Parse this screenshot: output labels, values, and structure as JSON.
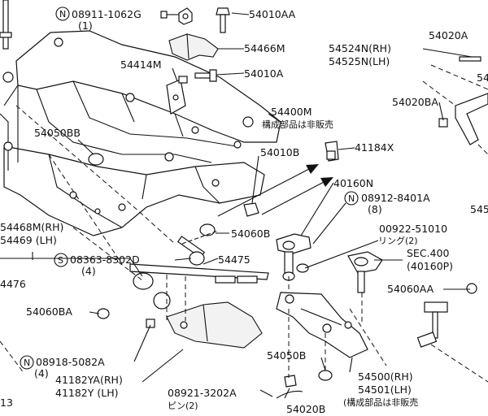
{
  "labels": {
    "p08911": "08911-1062G",
    "p08911_qty": "(1)",
    "p54010aa": "54010AA",
    "p54466m": "54466M",
    "p54414m": "54414M",
    "p54010a": "54010A",
    "p54400m": "54400M",
    "p54400m_note": "構成部品は非販売",
    "p54050bb": "54050BB",
    "p54010b": "54010B",
    "p41184x": "41184X",
    "p54020a": "54020A",
    "p54524n": "54524N(RH)",
    "p54525n": "54525N(LH)",
    "p54020ba": "54020BA",
    "p40160n": "40160N",
    "p08912": "08912-8401A",
    "p08912_qty": "(8)",
    "p00922": "00922-51010",
    "p00922_note": "リング(2)",
    "psec400": "SEC.400",
    "psec400_ref": "(40160P)",
    "p54468m": "54468M(RH)",
    "p54469": "54469  (LH)",
    "p54060b": "54060B",
    "p08363": "08363-8302D",
    "p08363_qty": "(4)",
    "p54475": "54475",
    "p4476": "4476",
    "p54060aa": "54060AA",
    "p54060ba": "54060BA",
    "p54050b": "54050B",
    "p08918": "08918-5082A",
    "p08918_qty": "(4)",
    "p41182ya": "41182YA(RH)",
    "p41182y": "41182Y  (LH)",
    "p08921": "08921-3202A",
    "p08921_note": "ピン(2)",
    "p54500": "54500(RH)",
    "p54501": "54501(LH)",
    "p54500_note": "(構成部品は非販売",
    "p54020b": "54020B",
    "edge_13": "13",
    "edge_54": "54",
    "edge_545": "545"
  }
}
